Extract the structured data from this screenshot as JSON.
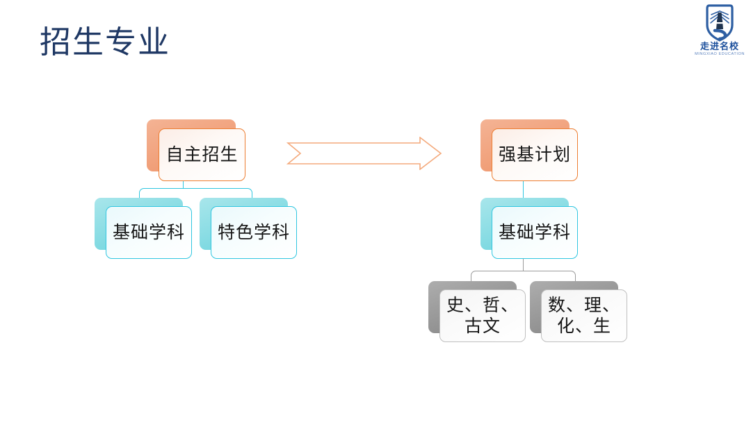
{
  "slide": {
    "title": "招生专业",
    "background_color": "#FFFFFF",
    "title_color": "#1F3864"
  },
  "logo": {
    "name_cn": "走进名校",
    "name_en": "MINGXIAO EDUCATION",
    "shield_color": "#2E5FA3",
    "icon": "lighthouse-shield-logo"
  },
  "diagram": {
    "type": "comparison-org-chart",
    "colors": {
      "orange": "#ED7D31",
      "orange_shadow": "#F2A682",
      "teal": "#2FC6E0",
      "teal_shadow": "#7FDCE0",
      "gray": "#BFBFBF",
      "gray_shadow": "#9B9B9B"
    },
    "left_tree": {
      "root": {
        "label": "自主招生",
        "color": "orange"
      },
      "children": [
        {
          "label": "基础学科",
          "color": "teal"
        },
        {
          "label": "特色学科",
          "color": "teal"
        }
      ]
    },
    "transition_arrow": {
      "direction": "right",
      "style": "chevron-outline",
      "color": "#F4A97B"
    },
    "right_tree": {
      "root": {
        "label": "强基计划",
        "color": "orange"
      },
      "level2": {
        "label": "基础学科",
        "color": "teal"
      },
      "level3": [
        {
          "label": "史、哲、\n古文",
          "line1": "史、哲、",
          "line2": "古文",
          "color": "gray"
        },
        {
          "label": "数、理、\n化、生",
          "line1": "数、理、",
          "line2": "化、生",
          "color": "gray"
        }
      ]
    }
  }
}
